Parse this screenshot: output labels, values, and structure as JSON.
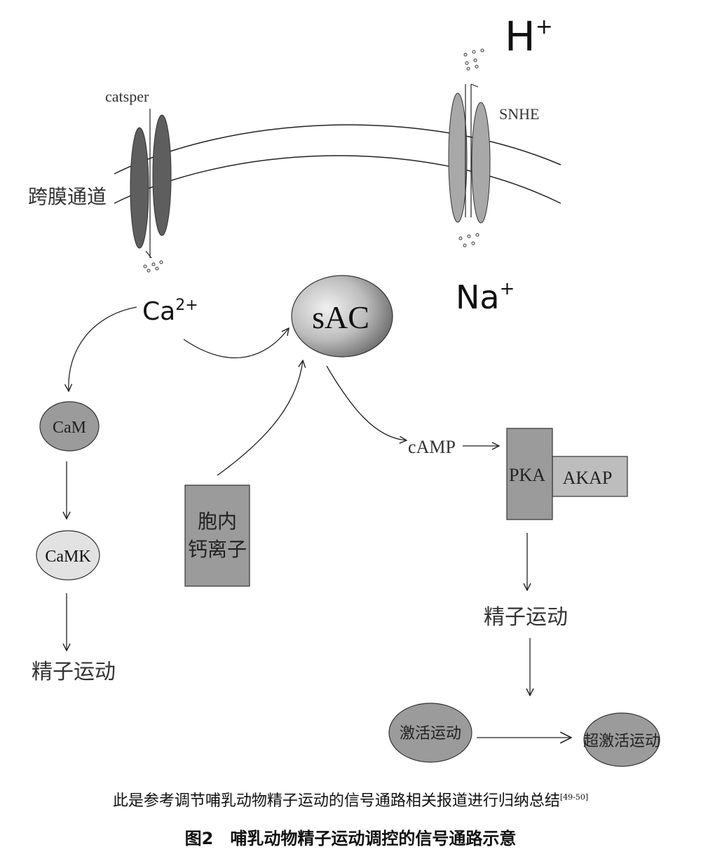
{
  "membrane": {
    "label": "跨膜通道",
    "catsper_label": "catsper",
    "snhe_label": "SNHE"
  },
  "ions": {
    "h_base": "H",
    "h_sup": "+",
    "na_base": "Na",
    "na_sup": "+",
    "ca_base": "Ca",
    "ca_sup": "2+"
  },
  "nodes": {
    "sac": "sAC",
    "cam": "CaM",
    "camk": "CaMK",
    "motility_left": "精子运动",
    "intracellular_line1": "胞内",
    "intracellular_line2": "钙离子",
    "camp": "cAMP",
    "pka": "PKA",
    "akap": "AKAP",
    "motility_right": "精子运动",
    "activation": "激活运动",
    "hyperactivation": "超激活运动"
  },
  "caption": {
    "note": "此是参考调节哺乳动物精子运动的信号通路相关报道进行归纳总结",
    "ref": "[49-50]",
    "title": "图2　哺乳动物精子运动调控的信号通路示意"
  },
  "colors": {
    "dark_gray": "#5e5e5e",
    "mid_gray": "#9b9b9b",
    "light_gray": "#bdbdbd",
    "pale_gray": "#e2e2e2",
    "line": "#222222"
  }
}
